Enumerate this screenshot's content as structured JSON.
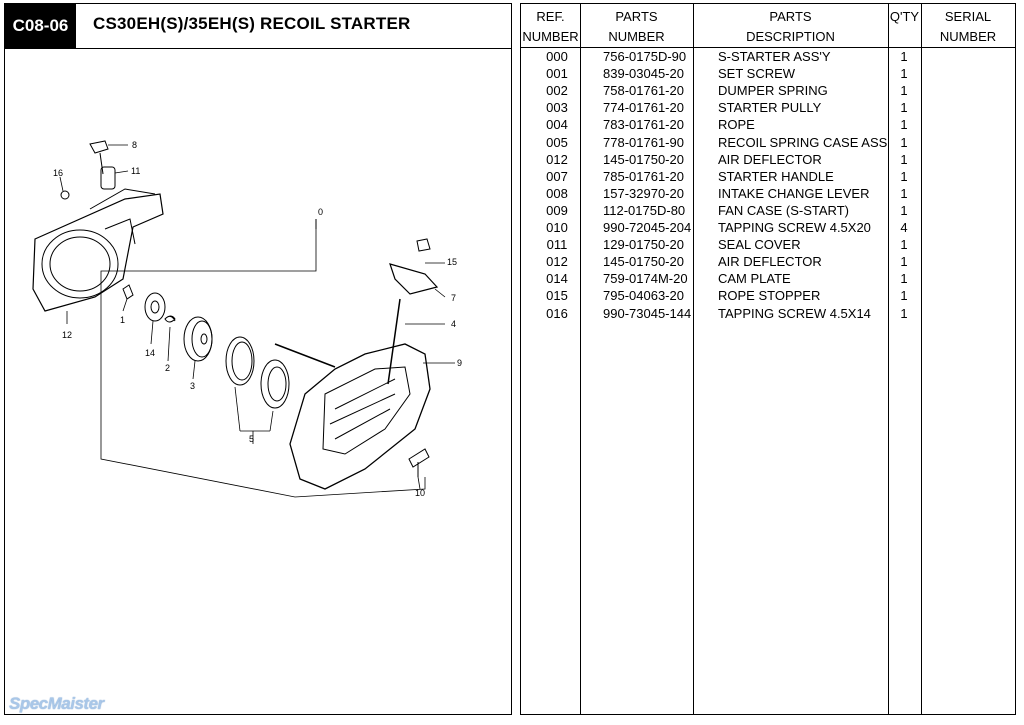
{
  "page": {
    "code": "C08-06",
    "title": "CS30EH(S)/35EH(S)  RECOIL STARTER",
    "watermark": "SpecMaister"
  },
  "diagram": {
    "callouts": [
      "0",
      "1",
      "2",
      "3",
      "4",
      "5",
      "7",
      "8",
      "9",
      "10",
      "11",
      "12",
      "14",
      "15",
      "16"
    ]
  },
  "table": {
    "headers": {
      "ref_1": "REF.",
      "ref_2": "NUMBER",
      "num_1": "PARTS",
      "num_2": "NUMBER",
      "desc_1": "PARTS",
      "desc_2": "DESCRIPTION",
      "qty_1": "Q'TY",
      "serial_1": "SERIAL",
      "serial_2": "NUMBER"
    },
    "rows": [
      {
        "ref": "000",
        "num": "756-0175D-90",
        "desc": "S-STARTER ASS'Y",
        "qty": "1"
      },
      {
        "ref": "001",
        "num": "839-03045-20",
        "desc": "SET SCREW",
        "qty": "1"
      },
      {
        "ref": "002",
        "num": "758-01761-20",
        "desc": "DUMPER SPRING",
        "qty": "1"
      },
      {
        "ref": "003",
        "num": "774-01761-20",
        "desc": "STARTER PULLY",
        "qty": "1"
      },
      {
        "ref": "004",
        "num": "783-01761-20",
        "desc": "ROPE",
        "qty": "1"
      },
      {
        "ref": "005",
        "num": "778-01761-90",
        "desc": "RECOIL SPRING CASE ASS",
        "qty": "1"
      },
      {
        "ref": "012",
        "num": "145-01750-20",
        "desc": "AIR DEFLECTOR",
        "qty": "1"
      },
      {
        "ref": "007",
        "num": "785-01761-20",
        "desc": "STARTER HANDLE",
        "qty": "1"
      },
      {
        "ref": "008",
        "num": "157-32970-20",
        "desc": "INTAKE CHANGE LEVER",
        "qty": "1"
      },
      {
        "ref": "009",
        "num": "112-0175D-80",
        "desc": "FAN CASE (S-START)",
        "qty": "1"
      },
      {
        "ref": "010",
        "num": "990-72045-204",
        "desc": "TAPPING SCREW 4.5X20",
        "qty": "4"
      },
      {
        "ref": "011",
        "num": "129-01750-20",
        "desc": "SEAL COVER",
        "qty": "1"
      },
      {
        "ref": "012",
        "num": "145-01750-20",
        "desc": "AIR DEFLECTOR",
        "qty": "1"
      },
      {
        "ref": "014",
        "num": "759-0174M-20",
        "desc": "CAM PLATE",
        "qty": "1"
      },
      {
        "ref": "015",
        "num": "795-04063-20",
        "desc": "ROPE STOPPER",
        "qty": "1"
      },
      {
        "ref": "016",
        "num": "990-73045-144",
        "desc": "TAPPING SCREW 4.5X14",
        "qty": "1"
      }
    ]
  }
}
